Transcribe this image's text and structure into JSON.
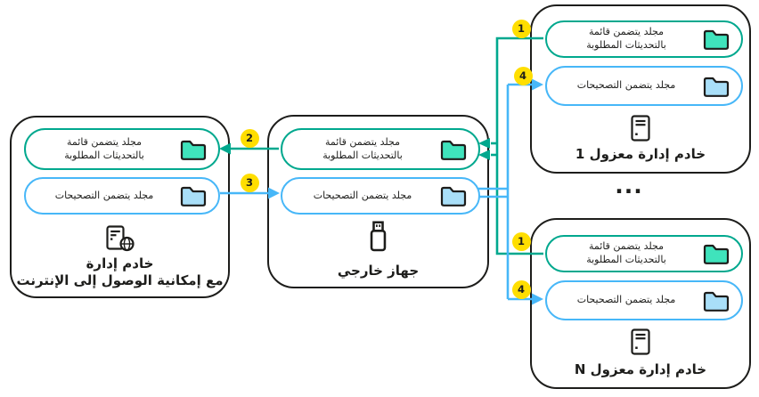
{
  "colors": {
    "green": "#00A88E",
    "blue": "#47B7F8",
    "green_fill": "#3FE3BC",
    "blue_fill": "#A9DFF8",
    "yellow": "#FFDE00",
    "ink": "#1D1D1B"
  },
  "folders": {
    "updates": {
      "line1": "مجلد يتضمن قائمة",
      "line2": "بالتحديثات المطلوبة"
    },
    "patches": {
      "label": "مجلد يتضمن التصحيحات"
    }
  },
  "nodes": {
    "admin": {
      "title1": "خادم إدارة",
      "title2": "مع إمكانية الوصول إلى الإنترنت"
    },
    "external": {
      "title": "جهاز خارجي"
    },
    "isolated1": {
      "title": "خادم إدارة معزول 1"
    },
    "isolatedN": {
      "title": "خادم إدارة معزول N"
    }
  },
  "steps": {
    "n1": "1",
    "n2": "2",
    "n3": "3",
    "n4": "4"
  },
  "separator": {
    "ellipsis": "..."
  }
}
